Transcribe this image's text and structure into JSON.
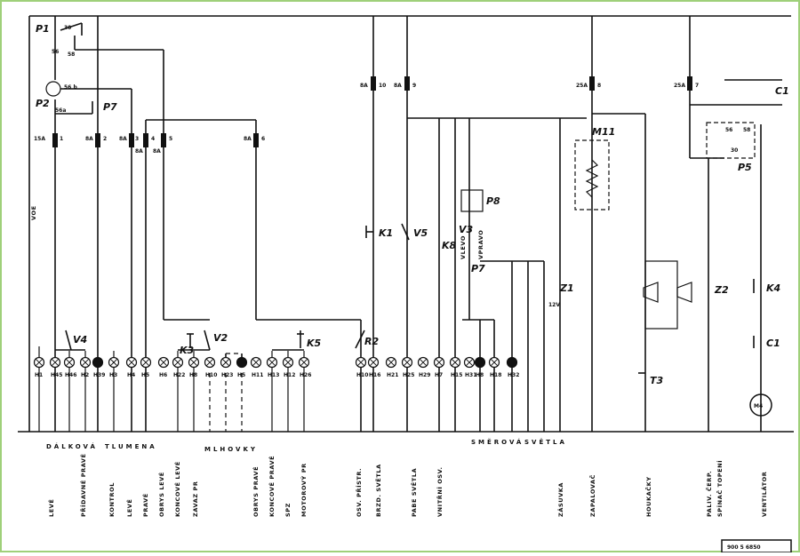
{
  "switches": {
    "p1": "P1",
    "p2": "P2",
    "p7_top": "P7",
    "p8": "P8",
    "p7_mid": "P7",
    "p5": "P5",
    "c1_top": "C1",
    "m11": "M11",
    "k1": "K1",
    "v5": "V5",
    "v3": "V3",
    "k8": "K8",
    "z1": "Z1",
    "z2": "Z2",
    "k4": "K4",
    "c1": "C1",
    "t3": "T3",
    "m4": "M4",
    "v4": "V4",
    "k3": "K3",
    "v2": "V2",
    "k5": "K5",
    "r2": "R2"
  },
  "contacts": {
    "p1_30": "30",
    "p1_56": "56",
    "p1_58": "58",
    "p2_56b": "56 b",
    "p2_56a": "56a",
    "p5_56": "56",
    "p5_58": "58",
    "p5_30": "30",
    "z1_volt": "12V"
  },
  "fuses": [
    {
      "rating": "15A",
      "num": "1"
    },
    {
      "rating": "8A",
      "num": "2"
    },
    {
      "rating": "8A",
      "num": "3"
    },
    {
      "rating": "8A",
      "num": "4"
    },
    {
      "rating": "8A",
      "num": "5"
    },
    {
      "rating": "8A",
      "num": "6"
    },
    {
      "rating": "8A",
      "num": "10"
    },
    {
      "rating": "8A",
      "num": "9"
    },
    {
      "rating": "25A",
      "num": "8"
    },
    {
      "rating": "25A",
      "num": "7"
    }
  ],
  "lamps": [
    "H1",
    "H45",
    "H46",
    "H2",
    "H39",
    "H3",
    "H4",
    "H5",
    "H6",
    "H22",
    "H8",
    "H10",
    "H23",
    "H5",
    "H11",
    "H13",
    "H12",
    "H26",
    "H10",
    "H16",
    "H21",
    "H25",
    "H29",
    "H7",
    "H15",
    "H31",
    "H8",
    "H18",
    "H32"
  ],
  "wire_labels": {
    "vlevo": "VLEVO",
    "vpravo": "VPRAVO",
    "voe": "VOE"
  },
  "groups": {
    "dalkova": "DÁLKOVÁ",
    "tlumena": "TLUMENA",
    "mlhovky": "MLHOVKY",
    "smerova": "SMĚROVÁ",
    "svetla": "SVĚTLA"
  },
  "bottom_labels": {
    "leve": "LEVÉ",
    "pridavne_prave": "PŘÍDAVNÉ PRAVÉ",
    "kontrol": "KONTROL",
    "leve2": "LEVÉ",
    "prave": "PRAVÉ",
    "obrys_leve": "OBRYS LEVÉ",
    "koncove_leve": "KONCOVÉ LEVÉ",
    "zavaz": "ZAVAZ PR",
    "obrys_prave": "OBRYS PRAVÉ",
    "koncove_prave": "KONCOVÉ PRAVÉ",
    "spz": "SPZ",
    "motorovy": "MOTOROVÝ PR",
    "osv_pristr": "OSV. PŘÍSTR.",
    "brzd_svetla": "BRZD. SVĚTLA",
    "pabe_svetla": "PABE SVĚTLA",
    "vnitrni_osv": "VNITŘNÍ OSV.",
    "zasuvka": "ZÁSUVKA",
    "zapalovac": "ZAPALOVAČ",
    "houkacky": "HOUKAČKY",
    "palivo_cerp": "PALIV. ČERP.",
    "spinac_topeni": "SPÍNAČ TOPENÍ",
    "ventilator": "VENTILÁTOR"
  },
  "footer_code": "900 5 6850"
}
